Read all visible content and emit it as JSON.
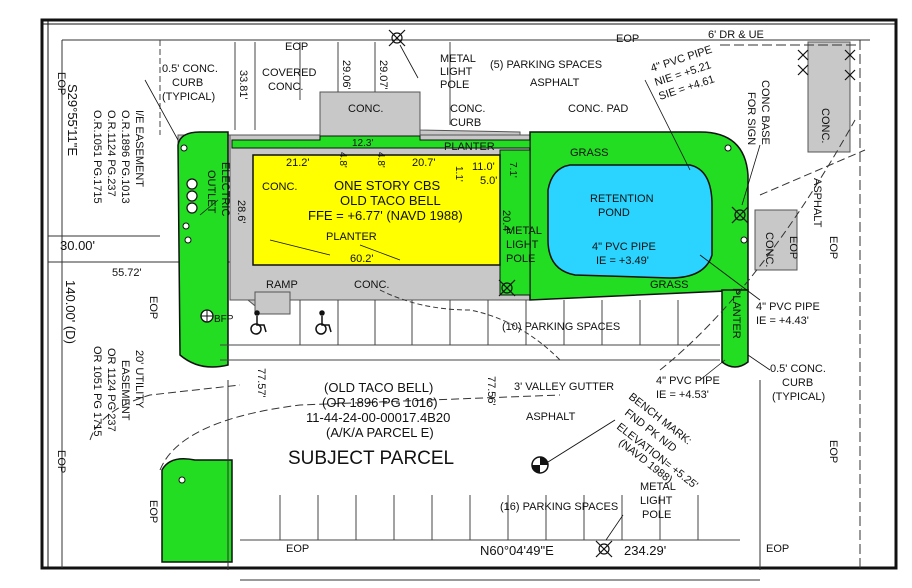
{
  "labels": {
    "eop": "EOP",
    "dr_ue": "6' DR & UE",
    "metal_light_pole": [
      "METAL",
      "LIGHT",
      "POLE"
    ],
    "parking5": "(5) PARKING SPACES",
    "asphalt": "ASPHALT",
    "curb_typical": [
      "0.5' CONC.",
      "CURB",
      "(TYPICAL)"
    ],
    "covered_conc": [
      "COVERED",
      "CONC."
    ],
    "conc": "CONC.",
    "conc_curb": [
      "CONC.",
      "CURB"
    ],
    "conc_pad": "CONC. PAD",
    "pvc_top": [
      "4\" PVC PIPE",
      "NIE = +5.21",
      "SIE = +4.61"
    ],
    "conc_base_sign": [
      "CONC BASE",
      "FOR SIGN"
    ],
    "grass": "GRASS",
    "planter": "PLANTER",
    "electric_outlet": [
      "ELECTRIC",
      "OUTLET"
    ],
    "building": [
      "ONE STORY CBS",
      "OLD TACO BELL",
      "FFE = +6.77' (NAVD 1988)"
    ],
    "retention_pond": [
      "RETENTION",
      "POND"
    ],
    "pvc_pond": [
      "4\" PVC PIPE",
      "IE = +3.49'"
    ],
    "pvc_right": [
      "4\" PVC PIPE",
      "IE = +4.43'"
    ],
    "pvc_bottom": [
      "4\" PVC PIPE",
      "IE = +4.53'"
    ],
    "ramp": "RAMP",
    "bfp": "BFP",
    "parking10": "(10) PARKING SPACES",
    "valley_gutter": "3' VALLEY GUTTER",
    "parcel_info": [
      "(OLD TACO BELL)",
      "(OR 1896 PG 1016)",
      "11-44-24-00-00017.4B20",
      "(A/K/A PARCEL E)"
    ],
    "subject_parcel": "SUBJECT PARCEL",
    "bench_mark": [
      "BENCH MARK:",
      "FND PK N/D",
      "ELEVATION= +5.25'",
      "(NAVD 1988)"
    ],
    "parking16": "(16) PARKING SPACES",
    "bearing_bottom": "N60°04'49\"E",
    "distance_bottom": "234.29'",
    "bearing_left": "S29°55'11\"E",
    "ie_easement": [
      "I/E EASEMENT",
      "O.R.1896 PG.1013",
      "O.R.1124 PG.237",
      "O.R.1051 PG.1715"
    ],
    "utility_easement": [
      "20' UTILITY",
      "EASEMENT",
      "OR 1124 PG 237",
      "OR 1051 PG 1715"
    ],
    "dim_140": "140.00' (D)",
    "dim_30": "30.00'",
    "dim_5572": "55.72'",
    "dim_3381": "33.81'",
    "dim_2906": "29.06'",
    "dim_2907": "29.07'",
    "dim_123": "12.3'",
    "dim_48a": "4.8'",
    "dim_48b": "4.8'",
    "dim_212": "21.2'",
    "dim_207": "20.7'",
    "dim_110": "11.0'",
    "dim_50": "5.0'",
    "dim_71": "7.1'",
    "dim_11": "1.1'",
    "dim_286": "28.6'",
    "dim_204": "20.4'",
    "dim_602": "60.2'",
    "dim_7757": "77.57'",
    "dim_7756": "77.56'"
  }
}
